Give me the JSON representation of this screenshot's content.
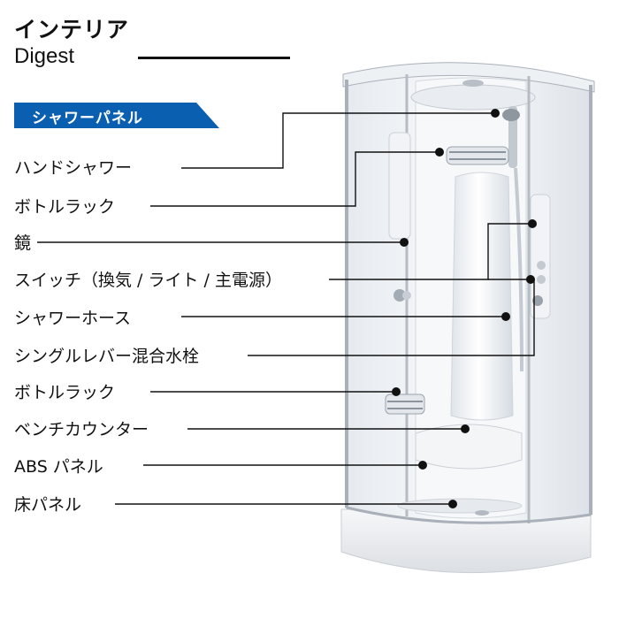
{
  "header": {
    "title_jp": "インテリア",
    "title_en": "Digest"
  },
  "banner": {
    "label": "シャワーパネル",
    "color": "#0b5fb0"
  },
  "parts": [
    {
      "id": "hand-shower",
      "label": "ハンドシャワー"
    },
    {
      "id": "bottle-rack-upper",
      "label": "ボトルラック"
    },
    {
      "id": "mirror",
      "label": "鏡"
    },
    {
      "id": "switch",
      "label": "スイッチ（換気 / ライト / 主電源）"
    },
    {
      "id": "shower-hose",
      "label": "シャワーホース"
    },
    {
      "id": "mixer-faucet",
      "label": "シングルレバー混合水栓"
    },
    {
      "id": "bottle-rack-lower",
      "label": "ボトルラック"
    },
    {
      "id": "bench-counter",
      "label": "ベンチカウンター"
    },
    {
      "id": "abs-panel",
      "label": "ABS パネル"
    },
    {
      "id": "floor-panel",
      "label": "床パネル"
    }
  ]
}
